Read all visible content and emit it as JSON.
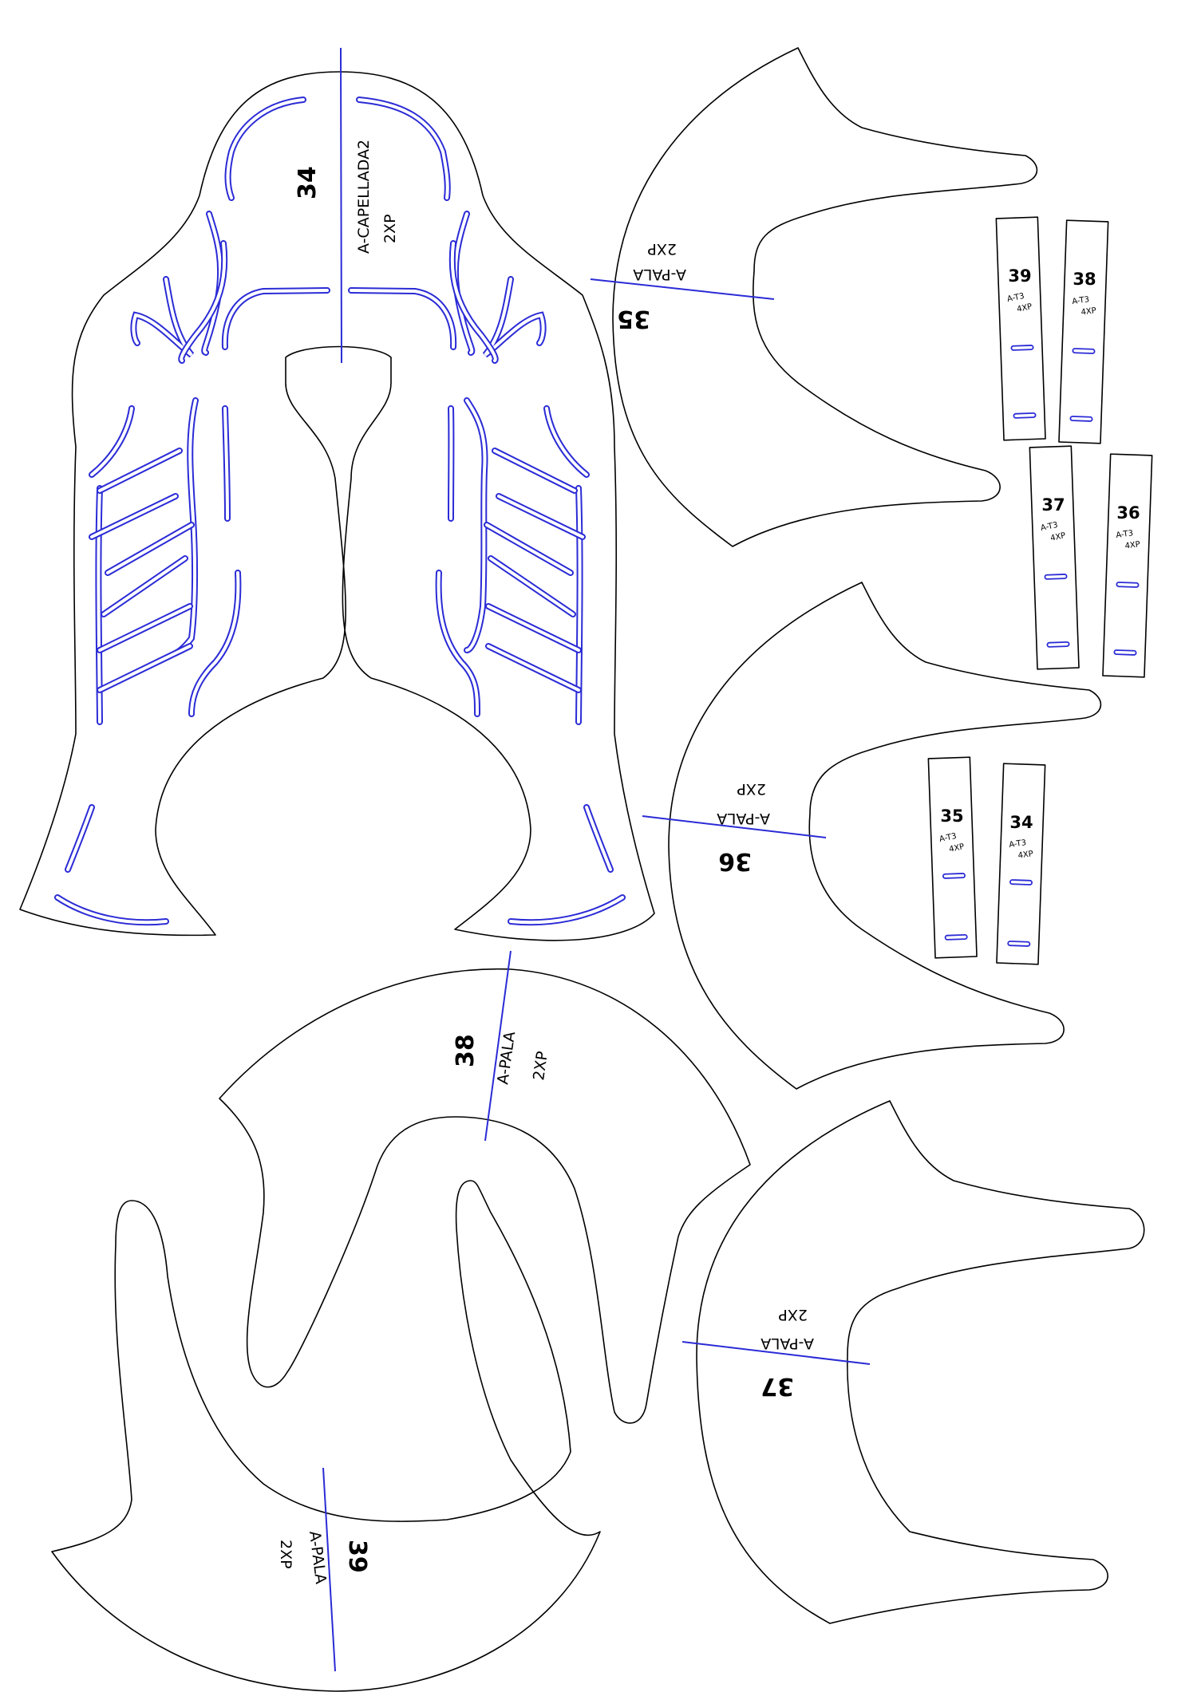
{
  "pieces": {
    "capellada": {
      "number": "34",
      "name": "A-CAPELLADA2",
      "qty": "2XP"
    },
    "pala35": {
      "number": "35",
      "name": "A-PALA",
      "qty": "2XP"
    },
    "pala36": {
      "number": "36",
      "name": "A-PALA",
      "qty": "2XP"
    },
    "pala37": {
      "number": "37",
      "name": "A-PALA",
      "qty": "2XP"
    },
    "pala38": {
      "number": "38",
      "name": "A-PALA",
      "qty": "2XP"
    },
    "pala39": {
      "number": "39",
      "name": "A-PALA",
      "qty": "2XP"
    }
  },
  "tabs": [
    {
      "number": "39",
      "name": "A-T3",
      "qty": "4XP"
    },
    {
      "number": "38",
      "name": "A-T3",
      "qty": "4XP"
    },
    {
      "number": "37",
      "name": "A-T3",
      "qty": "4XP"
    },
    {
      "number": "36",
      "name": "A-T3",
      "qty": "4XP"
    },
    {
      "number": "35",
      "name": "A-T3",
      "qty": "4XP"
    },
    {
      "number": "34",
      "name": "A-T3",
      "qty": "4XP"
    }
  ],
  "colors": {
    "outline": "#000000",
    "stitch": "#2b2bd6",
    "background": "#ffffff"
  }
}
